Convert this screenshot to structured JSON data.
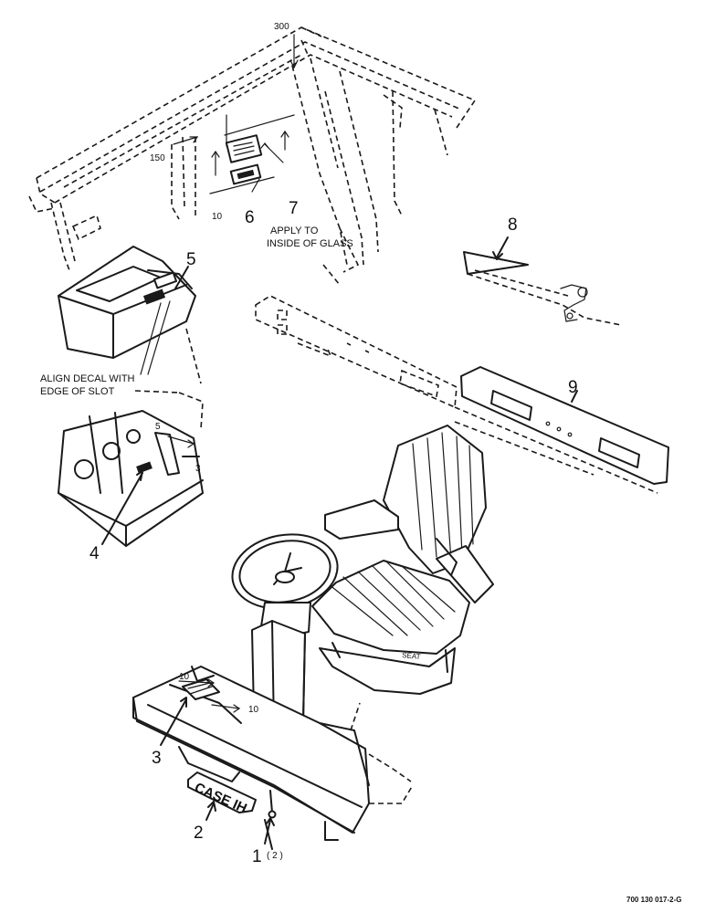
{
  "callouts": {
    "c1": "1",
    "c1_qty": "( 2 )",
    "c2": "2",
    "c3a": "3",
    "c3b": "3",
    "c4": "4",
    "c5a": "5",
    "c5b": "5",
    "c6": "6",
    "c7": "7",
    "c8": "8",
    "c9": "9"
  },
  "dimensions": {
    "d300": "300",
    "d150": "150",
    "d10_cab": "10",
    "d10_floor_a": "10",
    "d10_floor_b": "10"
  },
  "notes": {
    "glass_line1": "APPLY TO",
    "glass_line2": "INSIDE OF GLASS",
    "slot_line1": "ALIGN DECAL WITH",
    "slot_line2": "EDGE OF SLOT"
  },
  "logo_text": "CASE IH",
  "document_number": "700 130 017-2-G"
}
